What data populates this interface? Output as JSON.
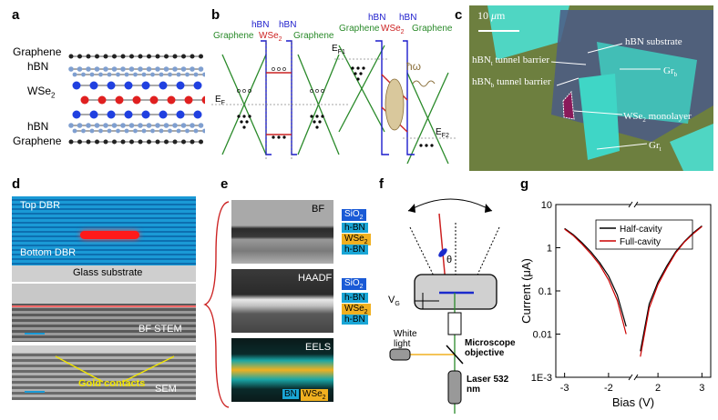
{
  "panels": {
    "a": {
      "letter": "a",
      "layers": [
        "Graphene",
        "hBN",
        "WSe2",
        "hBN",
        "Graphene"
      ]
    },
    "b": {
      "letter": "b",
      "left": {
        "top_labels": [
          "hBN",
          "hBN"
        ],
        "graphene_left": "Graphene",
        "graphene_right": "Graphene",
        "wse2": "WSe2",
        "ef": "EF"
      },
      "right": {
        "top_labels": [
          "hBN",
          "hBN"
        ],
        "graphene_left": "Graphene",
        "graphene_right": "Graphene",
        "wse2": "WSe2",
        "ef1": "EF1",
        "ef2": "EF2",
        "photon": "ħω"
      }
    },
    "c": {
      "letter": "c",
      "scale": "10 μm",
      "labels": {
        "hbn_substrate": "hBN substrate",
        "hbn_t_barrier": "hBNt tunnel barrier",
        "hbn_b_barrier": "hBNb tunnel barrier",
        "gr_b": "Grb",
        "wse2_monolayer": "WSe2 monolayer",
        "gr_t": "Grt"
      }
    },
    "d": {
      "letter": "d",
      "top_dbr": "Top DBR",
      "bottom_dbr": "Bottom DBR",
      "glass": "Glass substrate",
      "bf_stem": "BF STEM",
      "sem": "SEM",
      "gold": "Gold contacts"
    },
    "e": {
      "letter": "e",
      "bf": "BF",
      "haadf": "HAADF",
      "eels": "EELS",
      "layers": [
        "SiO2",
        "h-BN",
        "WSe2",
        "h-BN"
      ],
      "eels_legend": [
        "BN",
        "WSe2"
      ]
    },
    "f": {
      "letter": "f",
      "theta": "θ",
      "vg": "Vg",
      "white_light": "White light",
      "objective": "Microscope objective",
      "laser": "Laser 532 nm"
    },
    "g": {
      "letter": "g",
      "legend": [
        "Half-cavity",
        "Full-cavity"
      ],
      "ylabel": "Current (μA)",
      "xlabel": "Bias (V)"
    }
  },
  "chart_data": {
    "type": "line",
    "xlabel": "Bias (V)",
    "ylabel": "Current (μA)",
    "yscale": "log",
    "ylim": [
      0.001,
      10
    ],
    "x_ticks": [
      "-3",
      "-2",
      "2",
      "3"
    ],
    "y_ticks": [
      "10",
      "1",
      "0.1",
      "0.01",
      "1E-3"
    ],
    "x_axis_break": [
      -1.5,
      1.5
    ],
    "series": [
      {
        "name": "Half-cavity",
        "color": "#000000",
        "x": [
          -3.0,
          -2.8,
          -2.6,
          -2.4,
          -2.2,
          -2.0,
          -1.8,
          -1.6,
          1.6,
          1.8,
          2.0,
          2.2,
          2.4,
          2.6,
          2.8,
          3.0
        ],
        "y": [
          2.8,
          2.0,
          1.3,
          0.8,
          0.45,
          0.22,
          0.08,
          0.015,
          0.004,
          0.05,
          0.16,
          0.38,
          0.8,
          1.4,
          2.2,
          3.2
        ]
      },
      {
        "name": "Full-cavity",
        "color": "#cc0000",
        "x": [
          -3.0,
          -2.8,
          -2.6,
          -2.4,
          -2.2,
          -2.0,
          -1.8,
          -1.6,
          1.6,
          1.8,
          2.0,
          2.2,
          2.4,
          2.6,
          2.8,
          3.0
        ],
        "y": [
          2.7,
          1.9,
          1.2,
          0.72,
          0.4,
          0.18,
          0.06,
          0.01,
          0.003,
          0.04,
          0.14,
          0.34,
          0.75,
          1.35,
          2.1,
          3.1
        ]
      }
    ]
  }
}
